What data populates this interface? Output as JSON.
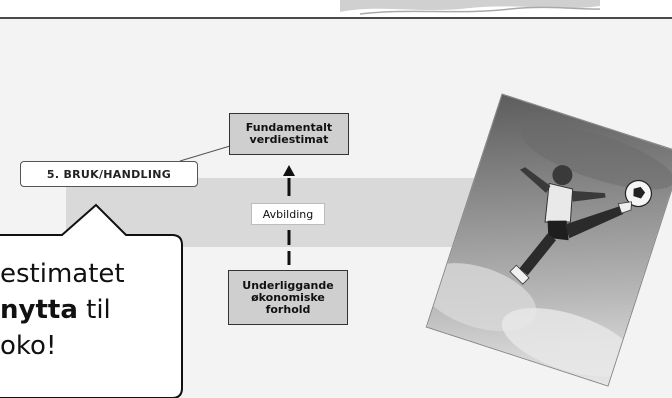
{
  "diagram": {
    "top_box": {
      "line1": "Fundamentalt",
      "line2": "verdiestimat"
    },
    "bottom_box": {
      "line1": "Underliggande",
      "line2": "økonomiske",
      "line3": "forhold"
    },
    "middle_label": "Avbilding",
    "step_label": "5. BRUK/HANDLING"
  },
  "callout": {
    "line1": "estimatet",
    "line2_bold": "nytta",
    "line2_rest": " til",
    "line3": "oko!"
  },
  "image": {
    "subject": "football-player-kick-photo"
  }
}
